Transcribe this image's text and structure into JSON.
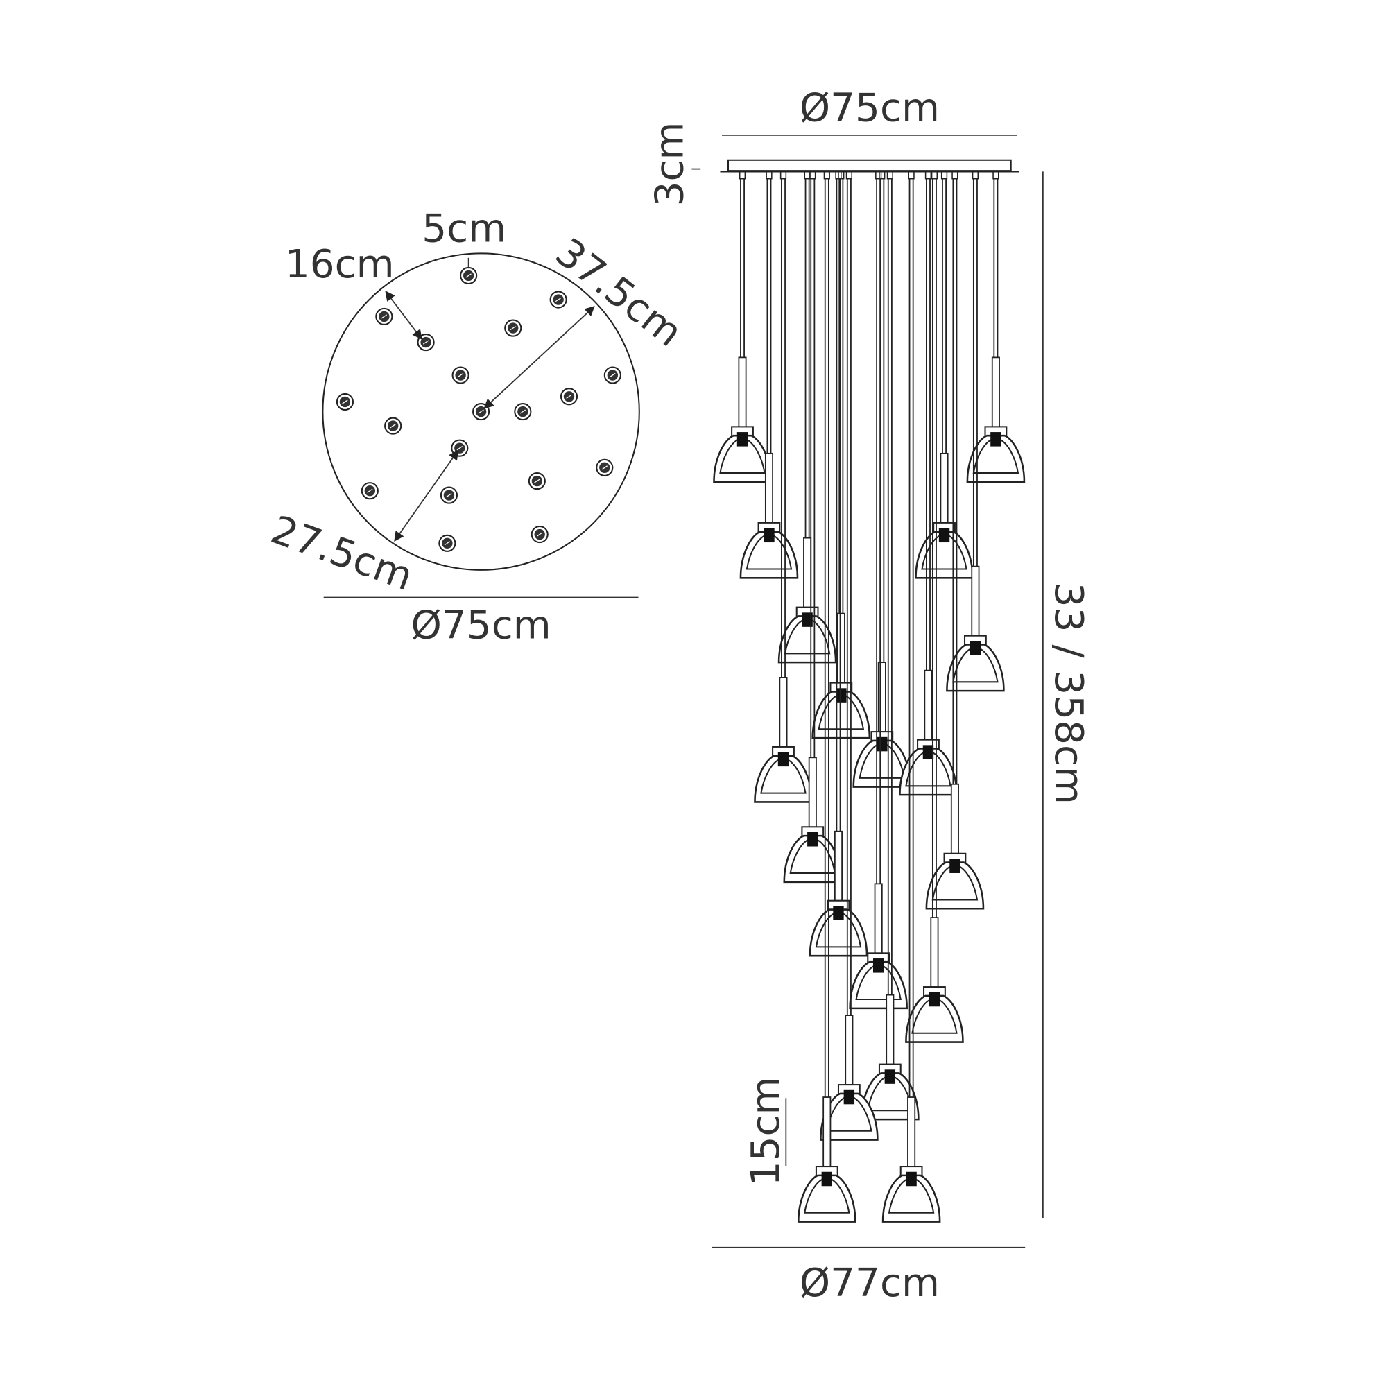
{
  "plan_view": {
    "spacing_label": "5cm",
    "offset_label": "16cm",
    "outer_radius_label": "37.5cm",
    "inner_radius_label": "27.5cm",
    "diameter_label": "Ø75cm"
  },
  "elevation_view": {
    "canopy_diameter_label": "Ø75cm",
    "canopy_height_label": "3cm",
    "drop_height_label": "33 / 358cm",
    "shade_height_label": "15cm",
    "overall_diameter_label": "Ø77cm"
  },
  "colors": {
    "line": "#222222",
    "text": "#333333",
    "background": "#ffffff"
  }
}
